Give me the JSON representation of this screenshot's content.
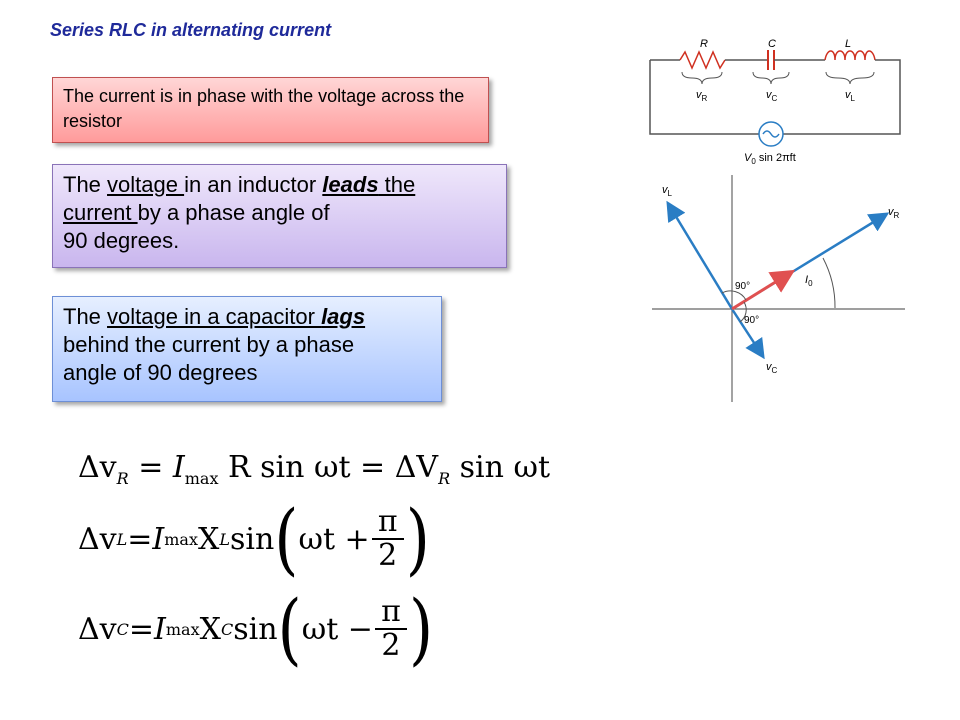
{
  "title": "Series RLC in alternating current",
  "box1": {
    "text": "The current is in phase with the voltage across the resistor"
  },
  "box2": {
    "p1": "The ",
    "u1": "voltage ",
    "p2": "in an inductor ",
    "u2a": " ",
    "bi1": "leads",
    "u2b": " the ",
    "u3": "current ",
    "p3": "by a phase angle of",
    "p4": "90 degrees."
  },
  "box3": {
    "p1": "The ",
    "u1": "voltage in a capacitor ",
    "bi1": "lags",
    "p2": "behind the current by a phase",
    "p3": "angle of 90 degrees"
  },
  "equations": {
    "eq1": {
      "dv": "Δv",
      "sub1": "R",
      "eq": " = ",
      "I": "I",
      "max": "max",
      "rest": " R sin ωt = ΔV",
      "sub2": "R",
      "tail": " sin ωt"
    },
    "eq2": {
      "dv": "Δv",
      "sub1": "L",
      "eq": " = ",
      "I": "I",
      "max": "max",
      "X": " X",
      "sub2": "L",
      "sin": " sin",
      "open": "(",
      "arg": "ωt + ",
      "num": "π",
      "den": "2",
      "close": ")"
    },
    "eq3": {
      "dv": "Δv",
      "sub1": "C",
      "eq": " = ",
      "I": "I",
      "max": "max",
      "X": " X",
      "sub2": "C",
      "sin": " sin",
      "open": "(",
      "arg": "ωt − ",
      "num": "π",
      "den": "2",
      "close": ")"
    }
  },
  "circuit": {
    "R": "R",
    "C": "C",
    "L": "L",
    "vR": "v",
    "vR_sub": "R",
    "vC": "v",
    "vC_sub": "C",
    "vL": "v",
    "vL_sub": "L",
    "source": "V",
    "source_sub": "0",
    "source_tail": " sin 2πft"
  },
  "phasor": {
    "vL": "v",
    "vL_sub": "L",
    "vR": "v",
    "vR_sub": "R",
    "vC": "v",
    "vC_sub": "C",
    "I0": "I",
    "I0_sub": "0",
    "angle1": "90°",
    "angle2": "90°",
    "colors": {
      "voltage": "#2a7dc4",
      "current": "#e05050"
    }
  }
}
